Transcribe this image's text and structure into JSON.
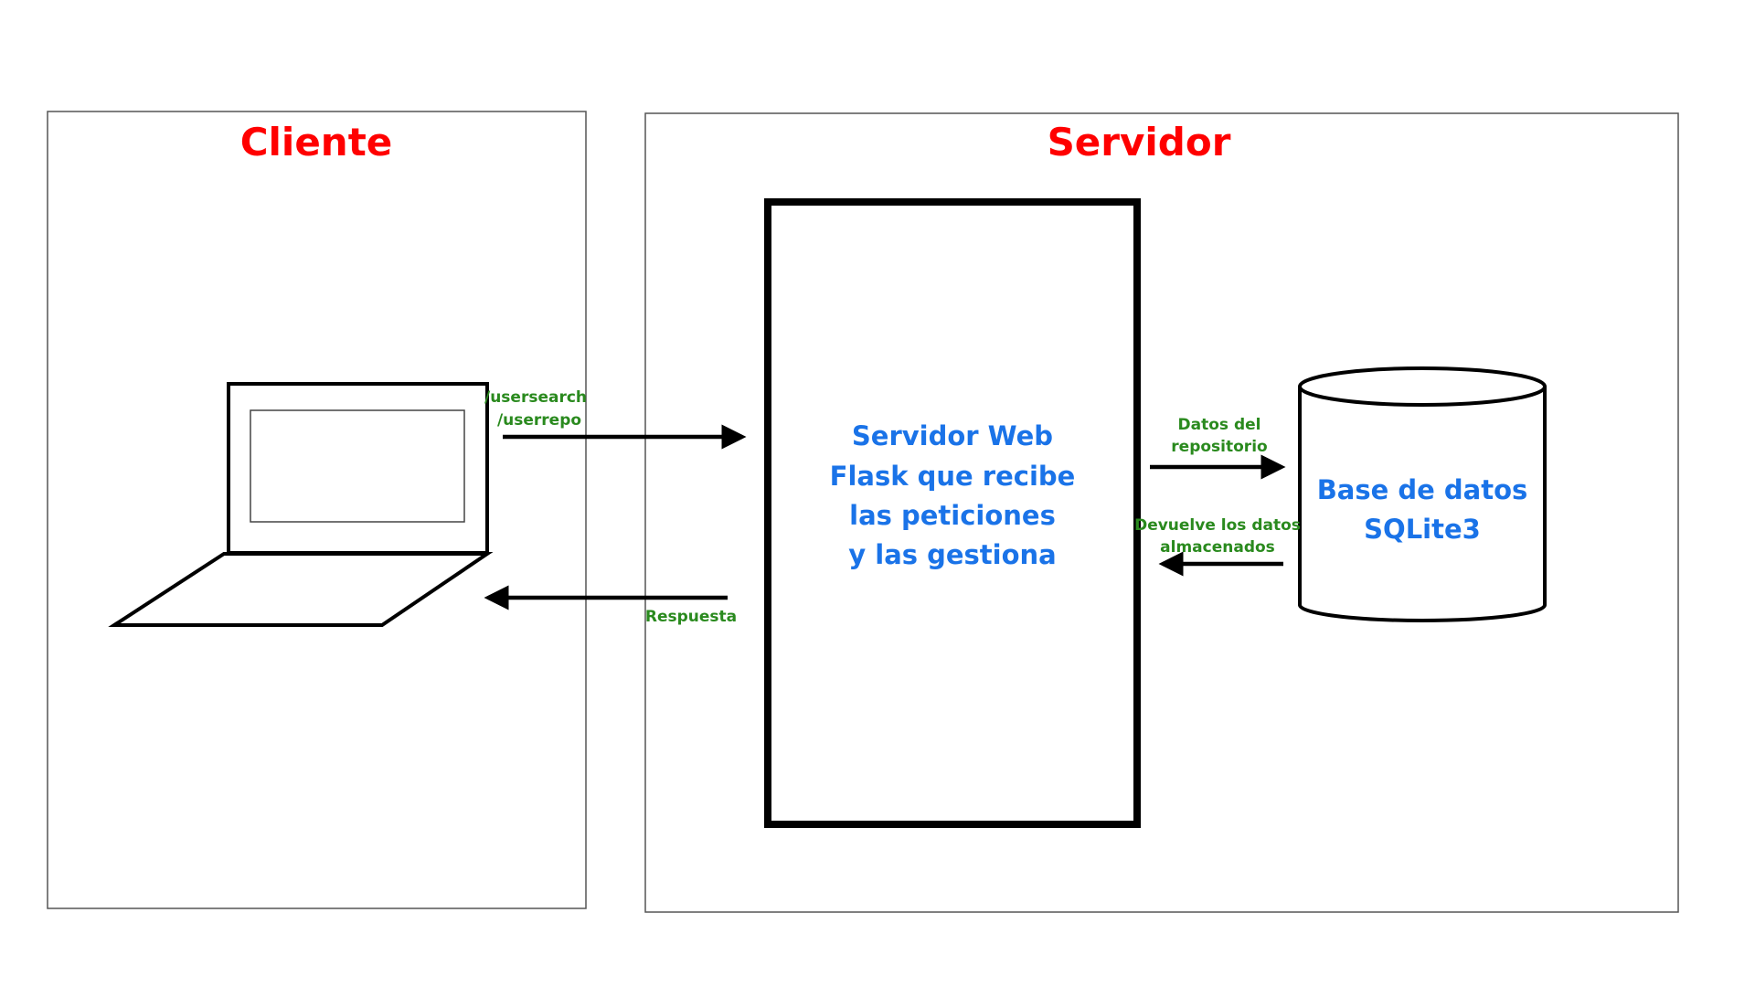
{
  "client": {
    "title": "Cliente"
  },
  "server": {
    "title": "Servidor",
    "web_server": {
      "lines": [
        "Servidor Web",
        "Flask que recibe",
        "las peticiones",
        "y las gestiona"
      ]
    },
    "database": {
      "lines": [
        "Base de datos",
        "SQLite3"
      ]
    }
  },
  "arrows": {
    "request_lines": [
      "/usersearch",
      "/userrepo"
    ],
    "response": "Respuesta",
    "to_db_lines": [
      "Datos del",
      "repositorio"
    ],
    "from_db_lines": [
      "Devuelve los datos",
      "almacenados"
    ]
  },
  "colors": {
    "title": "#ff0000",
    "node_text": "#1a73e8",
    "arrow_label": "#2a8a1e",
    "stroke": "#000000"
  }
}
